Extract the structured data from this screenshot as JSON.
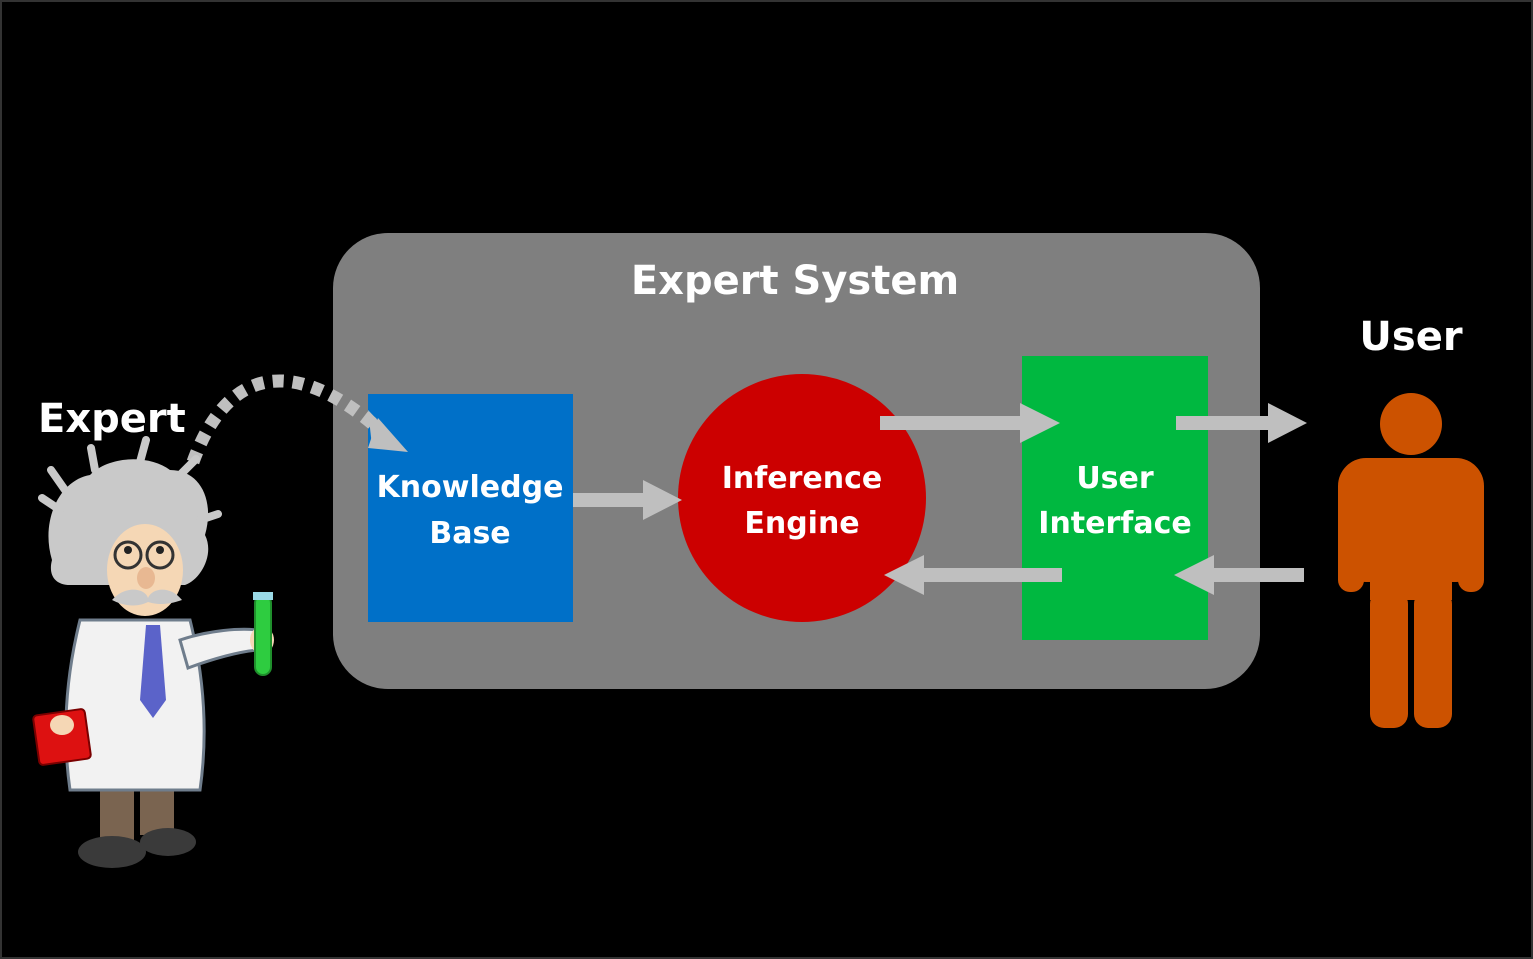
{
  "diagram": {
    "title": "Expert System",
    "expert_label": "Expert",
    "user_label": "User",
    "knowledge_base": {
      "line1": "Knowledge",
      "line2": "Base"
    },
    "inference_engine": {
      "line1": "Inference",
      "line2": "Engine"
    },
    "user_interface": {
      "line1": "User",
      "line2": "Interface"
    }
  },
  "colors": {
    "background": "#000000",
    "system_box": "#7f7f7f",
    "knowledge_base": "#0070c8",
    "inference_engine": "#cc0000",
    "user_interface": "#00b840",
    "user_figure": "#cc5200",
    "arrows": "#bfbfbf",
    "text": "#ffffff"
  },
  "icons": [
    "scientist-illustration",
    "person-icon"
  ]
}
